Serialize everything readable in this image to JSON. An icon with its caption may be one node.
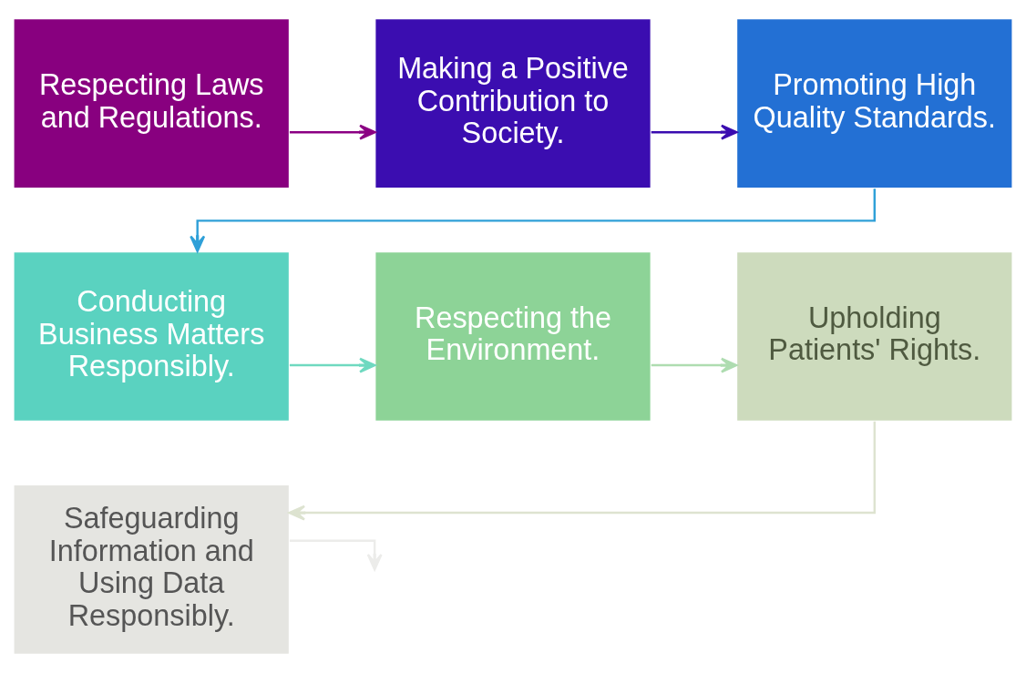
{
  "diagram": {
    "nodes": [
      {
        "text": [
          "Respecting Laws and Regulations."
        ]
      },
      {
        "text": [
          "Making a Positive Contribution to Society."
        ]
      },
      {
        "text": [
          "Promoting High Quality Standards."
        ]
      },
      {
        "text": [
          "Conducting Business Matters Responsibly."
        ]
      },
      {
        "text": [
          "Respecting the Environment."
        ]
      },
      {
        "text": [
          "Upholding Patients' Rights."
        ]
      },
      {
        "text": [
          "Safeguarding Information and Using Data Responsibly."
        ]
      }
    ],
    "edges": [
      {
        "from": 0,
        "to": 1,
        "arrow": "to",
        "color": "#8b0083"
      },
      {
        "from": 1,
        "to": 2,
        "arrow": "to",
        "color": "#3a0cb0"
      },
      {
        "from": 2,
        "to": 3,
        "arrow": "to",
        "color": "#2fa0d8"
      },
      {
        "from": 3,
        "to": 4,
        "arrow": "to",
        "color": "#6fd9c0"
      },
      {
        "from": 4,
        "to": 5,
        "arrow": "to",
        "color": "#aedcb0"
      },
      {
        "from": 5,
        "to": 6,
        "arrow": "to",
        "color": "#dde3d0"
      },
      {
        "from": 6,
        "to": null,
        "arrow": "to",
        "color": "#ececea"
      }
    ]
  }
}
